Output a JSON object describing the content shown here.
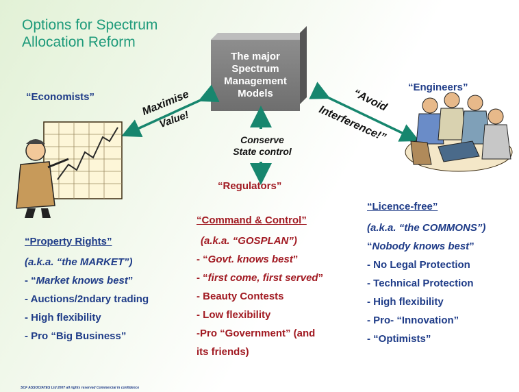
{
  "title": "Options for Spectrum Allocation Reform",
  "center_box": [
    "The major",
    "Spectrum",
    "Management",
    "Models"
  ],
  "labels": {
    "economists": "“Economists”",
    "engineers": "“Engineers”",
    "regulators": "“Regulators”"
  },
  "arrow_text": {
    "maximise": "Maximise",
    "value": "Value!",
    "avoid": "“Avoid",
    "interference": "Interference!”",
    "conserve": "Conserve",
    "state_control": "State control"
  },
  "columns": {
    "property": {
      "header": "“Property Rights”",
      "aka": "(a.k.a. “the MARKET”)",
      "knows_prefix": "- “",
      "knows": "Market knows best",
      "knows_suffix": "”",
      "items": [
        "- Auctions/2ndary trading",
        "- High flexibility",
        "- Pro “Big Business”"
      ]
    },
    "command": {
      "header": "“Command & Control”",
      "aka": "(a.k.a. “GOSPLAN”)",
      "knows_prefix": "- “",
      "knows": "Govt. knows best",
      "knows_suffix": "”",
      "fcfs_prefix": "- “",
      "fcfs": "first come, first served",
      "fcfs_suffix": "”",
      "items": [
        "- Beauty Contests",
        "- Low flexibility"
      ],
      "pro_line1": "-Pro “Government” (and",
      "pro_line2": "its friends)"
    },
    "licence": {
      "header": "“Licence-free”",
      "aka": "(a.k.a. “the COMMONS”)",
      "knows_prefix": "“",
      "knows": "Nobody knows best",
      "knows_suffix": "”",
      "items": [
        "- No Legal Protection",
        "- Technical Protection",
        "- High flexibility",
        "- Pro- “Innovation”",
        "- “Optimists”"
      ]
    }
  },
  "footer": "SCF  ASSOCIATES  Ltd  2007   all rights reserved      Commercial in confidence",
  "colors": {
    "title": "#1e9a7a",
    "blue_text": "#1f3c88",
    "red_text": "#a11a22",
    "arrow": "#17866e",
    "box": "#7a7a7a"
  },
  "icons": [
    "economist-chart-clipart",
    "engineers-group-clipart"
  ]
}
